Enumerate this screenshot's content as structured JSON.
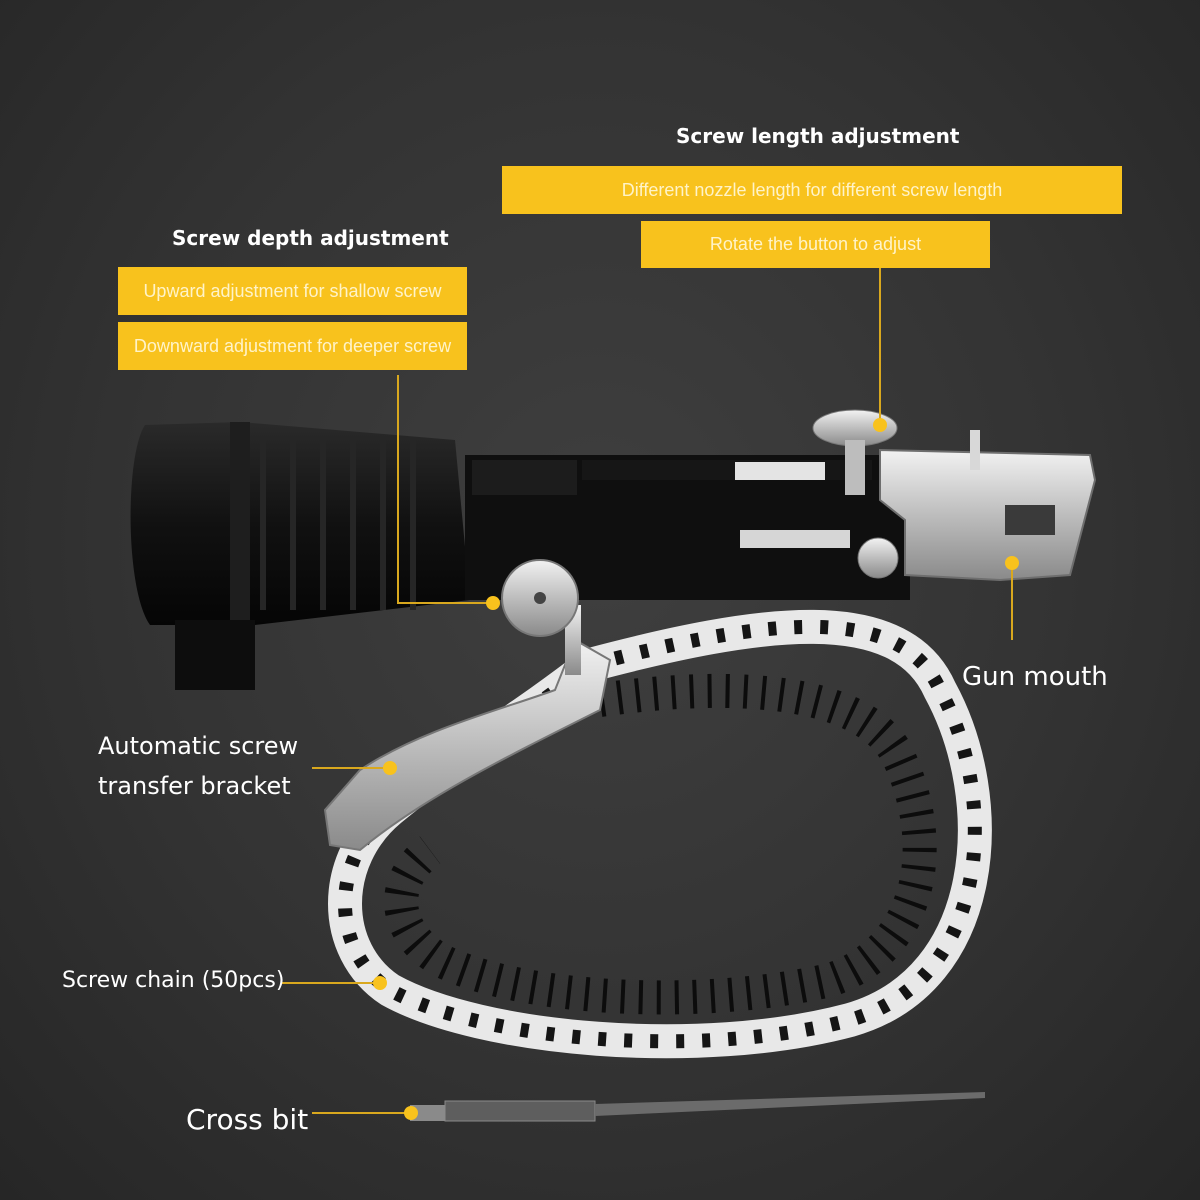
{
  "length_adjustment": {
    "title": "Screw length adjustment",
    "line1": "Different nozzle length for different screw length",
    "line2": "Rotate the button to adjust"
  },
  "depth_adjustment": {
    "title": "Screw depth adjustment",
    "line1": "Upward adjustment for shallow screw",
    "line2": "Downward adjustment for deeper screw"
  },
  "labels": {
    "gun_mouth": "Gun mouth",
    "bracket_line1": "Automatic screw",
    "bracket_line2": "transfer bracket",
    "screw_chain": "Screw chain (50pcs)",
    "cross_bit": "Cross bit"
  },
  "colors": {
    "accent": "#f8c21d",
    "background": "#333333",
    "text": "#ffffff"
  }
}
